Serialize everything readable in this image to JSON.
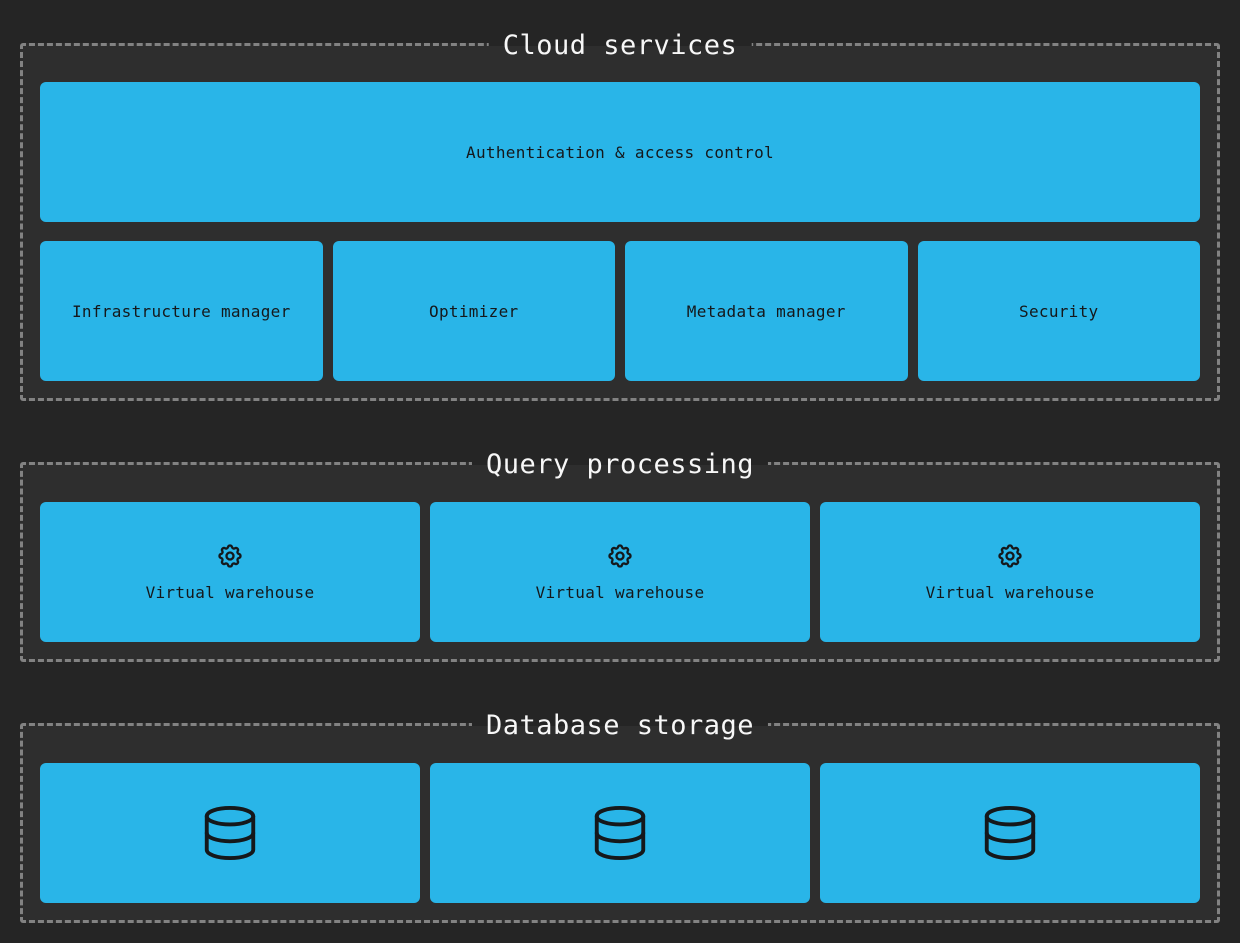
{
  "colors": {
    "page_background": "#252525",
    "section_background": "#2e2e2e",
    "section_border": "#828282",
    "node_fill": "#29b5e8",
    "node_text": "#15181b",
    "title_text": "#f7f7f7"
  },
  "sections": [
    {
      "title": "Cloud services",
      "top_box": {
        "label": "Authentication & access control"
      },
      "boxes": [
        {
          "label": "Infrastructure manager"
        },
        {
          "label": "Optimizer"
        },
        {
          "label": "Metadata manager"
        },
        {
          "label": "Security"
        }
      ]
    },
    {
      "title": "Query processing",
      "boxes": [
        {
          "icon": "gear-icon",
          "label": "Virtual warehouse"
        },
        {
          "icon": "gear-icon",
          "label": "Virtual warehouse"
        },
        {
          "icon": "gear-icon",
          "label": "Virtual warehouse"
        }
      ]
    },
    {
      "title": "Database storage",
      "boxes": [
        {
          "icon": "database-icon"
        },
        {
          "icon": "database-icon"
        },
        {
          "icon": "database-icon"
        }
      ]
    }
  ]
}
